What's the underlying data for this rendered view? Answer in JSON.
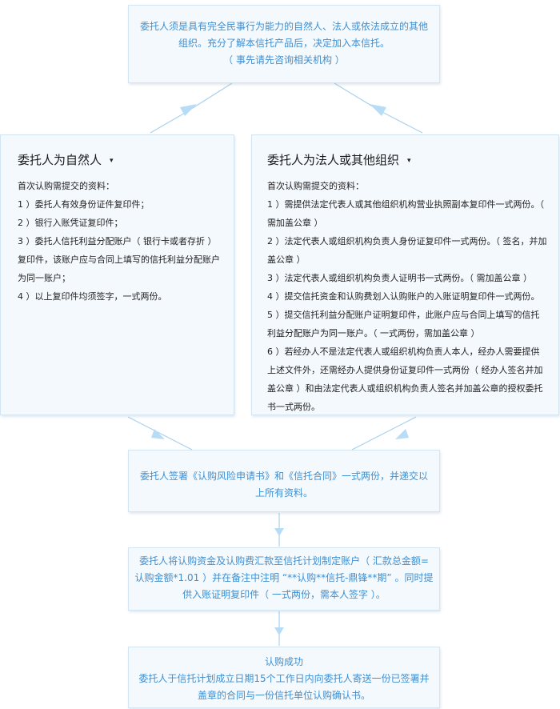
{
  "intro": {
    "line1": "委托人须是具有完全民事行为能力的自然人、法人或依法成立的其他",
    "line2": "组织。充分了解本信托产品后，决定加入本信托。",
    "line3": "（ 事先请先咨询相关机构 ）"
  },
  "natural_person": {
    "title": "委托人为自然人",
    "caret": "▾",
    "subtitle": "首次认购需提交的资料：",
    "items": [
      "1 ）委托人有效身份证件复印件；",
      "2 ）银行入账凭证复印件；",
      "3 ）委托人信托利益分配账户（ 银行卡或者存折 ）复印件，该账户应与合同上填写的信托利益分配账户为同一账户；",
      "4 ）以上复印件均须签字，一式两份。"
    ]
  },
  "legal_entity": {
    "title": "委托人为法人或其他组织",
    "caret": "▾",
    "subtitle": "首次认购需提交的资料：",
    "items": [
      "1 ）需提供法定代表人或其他组织机构营业执照副本复印件一式两份。（ 需加盖公章 ）",
      "2 ）法定代表人或组织机构负责人身份证复印件一式两份。（ 签名，并加盖公章 ）",
      "3 ）法定代表人或组织机构负责人证明书一式两份。（ 需加盖公章 ）",
      "4 ）提交信托资金和认购费划入认购账户的入账证明复印件一式两份。",
      "5 ）提交信托利益分配账户证明复印件，此账户应与合同上填写的信托利益分配账户为同一账户。（ 一式两份，需加盖公章 ）",
      "6 ）若经办人不是法定代表人或组织机构负责人本人，经办人需要提供上述文件外，还需经办人提供身份证复印件一式两份（ 经办人签名并加盖公章 ）和由法定代表人或组织机构负责人签名并加盖公章的授权委托书一式两份。"
    ]
  },
  "sign_step": {
    "line1": "委托人签署《认购风险申请书》和《信托合同》一式两份，并递交以",
    "line2": "上所有资料。"
  },
  "payment_step": {
    "line1": "委托人将认购资金及认购费汇款至信托计划制定账户（ 汇款总金额=",
    "line2": "认购金额*1.01 ）并在备注中注明 “**认购**信托-鼎锋**期” 。同时提",
    "line3": "供入账证明复印件（ 一式两份，需本人签字 ）。"
  },
  "success_step": {
    "title": "认购成功",
    "line1": "委托人于信托计划成立日期15个工作日内向委托人寄送一份已签署并",
    "line2": "盖章的合同与一份信托单位认购确认书。"
  },
  "colors": {
    "box_bg": "#f4f9fd",
    "box_border": "#d3e4f2",
    "accent_text": "#3f8fd0",
    "arrow": "#a8d1ef",
    "arrow_fill": "#b7dcf5"
  }
}
